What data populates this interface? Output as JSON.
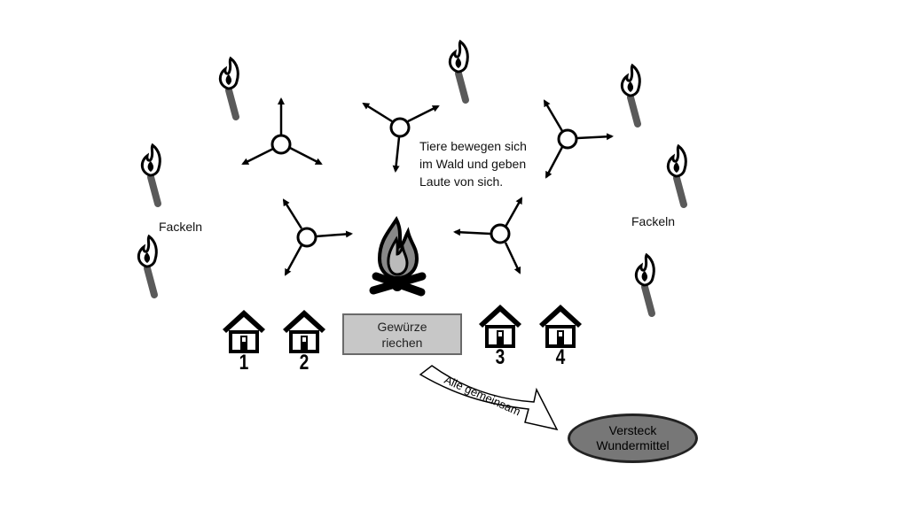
{
  "labels": {
    "torches_left": "Fackeln",
    "torches_right": "Fackeln",
    "animals_line1": "Tiere bewegen sich",
    "animals_line2": "im Wald und geben",
    "animals_line3": "Laute von sich.",
    "spices_line1": "Gewürze",
    "spices_line2": "riechen",
    "together": "Alle gemeinsam",
    "hideout_line1": "Versteck",
    "hideout_line2": "Wundermittel"
  },
  "houses": [
    "1",
    "2",
    "3",
    "4"
  ],
  "colors": {
    "ink": "#000000",
    "box_fill": "#c7c7c7",
    "hideout_fill": "#777777",
    "torch_handle": "#5a5a5a"
  },
  "icons": [
    "torch-icon",
    "campfire-icon",
    "house-icon",
    "animal-node-icon",
    "curved-arrow-icon"
  ]
}
